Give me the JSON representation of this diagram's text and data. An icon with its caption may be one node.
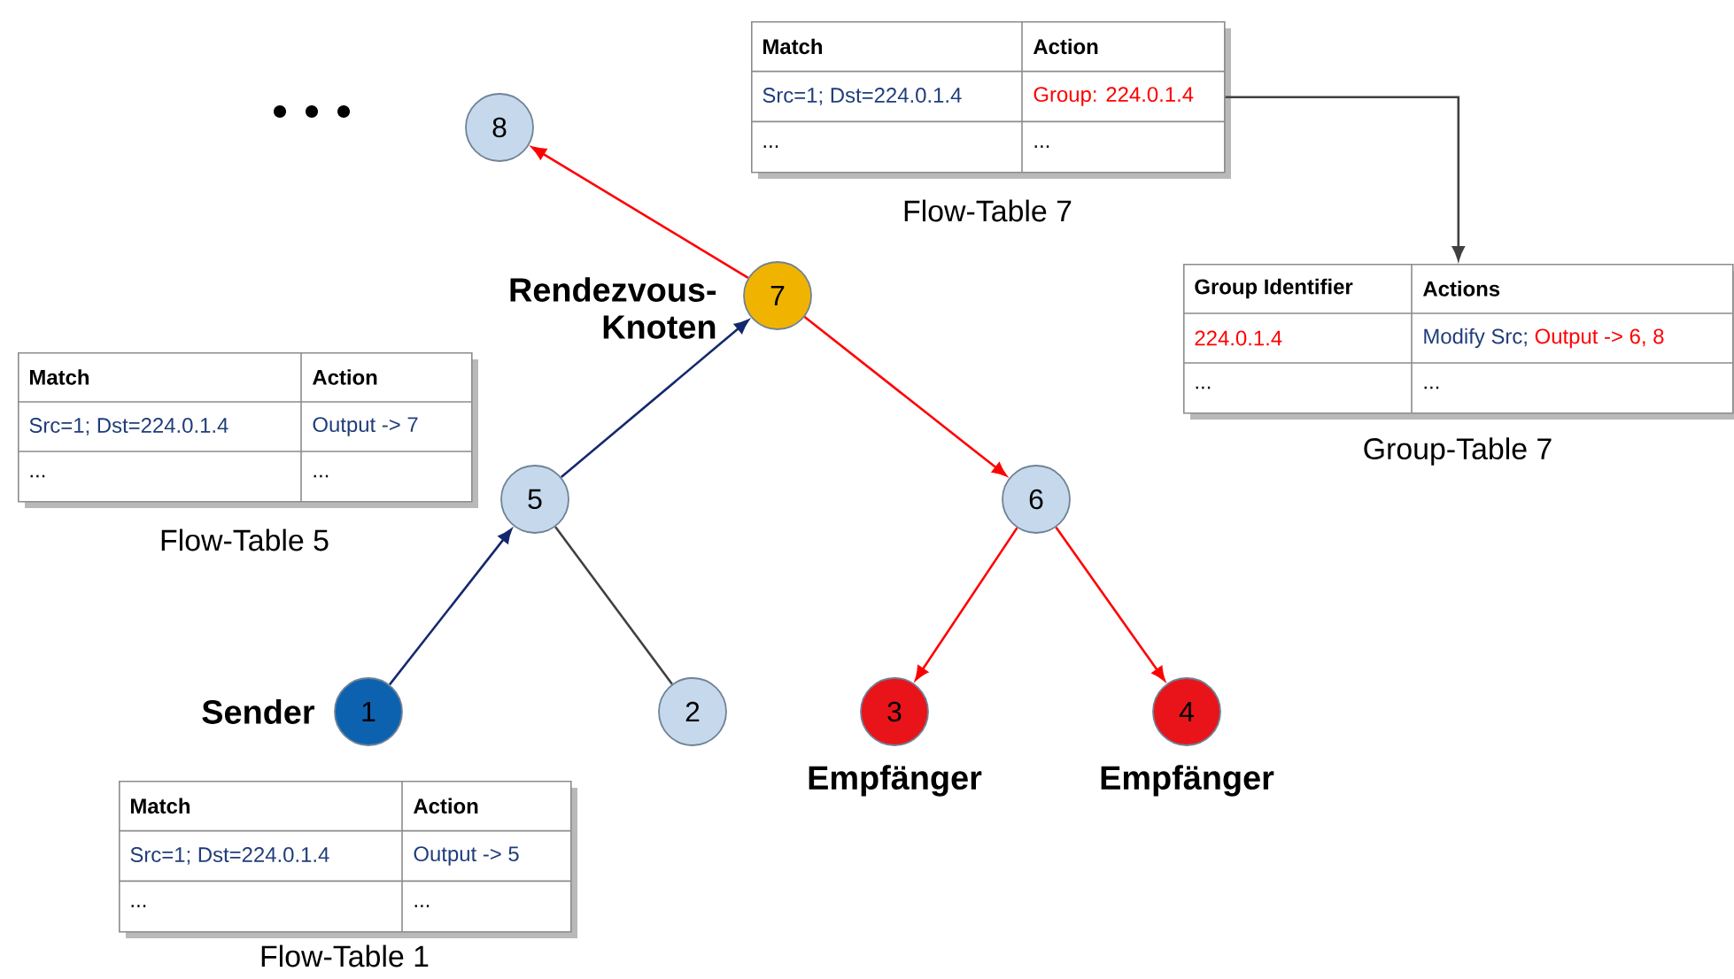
{
  "diagram": {
    "nodes": [
      {
        "text": [
          "Match",
          "Action",
          "Src=1; Dst=224.0.1.4",
          "Group: 224.0.1.4",
          "...",
          "..."
        ],
        "beside": [
          "Flow-Table 7"
        ]
      },
      {
        "text": [
          "8"
        ]
      },
      {
        "text": [
          "7"
        ],
        "beside": [
          "Rendezvous-Knoten"
        ]
      },
      {
        "text": [
          "Group Identifier",
          "Actions",
          "224.0.1.4",
          "Modify Src;",
          "Output -> 6, 8",
          "...",
          "..."
        ],
        "beside": [
          "Group-Table 7"
        ]
      },
      {
        "text": [
          "Match",
          "Action",
          "Src=1; Dst=224.0.1.4",
          "Output -> 7",
          "...",
          "..."
        ],
        "beside": [
          "Flow-Table 5"
        ]
      },
      {
        "text": [
          "5"
        ]
      },
      {
        "text": [
          "6"
        ]
      },
      {
        "text": [
          "1"
        ],
        "beside": [
          "Sender"
        ]
      },
      {
        "text": [
          "2"
        ]
      },
      {
        "text": [
          "3"
        ],
        "beside": [
          "Empfänger"
        ]
      },
      {
        "text": [
          "4"
        ],
        "beside": [
          "Empfänger"
        ]
      },
      {
        "text": [
          "Match",
          "Action",
          "Src=1; Dst=224.0.1.4",
          "Output -> 5",
          "...",
          "..."
        ],
        "beside": [
          "Flow-Table 1"
        ]
      }
    ],
    "edges": [
      {
        "from": 2,
        "to": 1,
        "arrow": "to",
        "color": "#ff0000"
      },
      {
        "from": 5,
        "to": 2,
        "arrow": "to",
        "color": "#14286e"
      },
      {
        "from": 7,
        "to": 5,
        "arrow": "to",
        "color": "#14286e"
      },
      {
        "from": 5,
        "to": 8,
        "arrow": "none",
        "color": "#404040"
      },
      {
        "from": 2,
        "to": 6,
        "arrow": "to",
        "color": "#ff0000"
      },
      {
        "from": 6,
        "to": 9,
        "arrow": "to",
        "color": "#ff0000"
      },
      {
        "from": 6,
        "to": 10,
        "arrow": "to",
        "color": "#ff0000"
      },
      {
        "from": 0,
        "to": 3,
        "arrow": "to",
        "color": "#404040"
      }
    ]
  }
}
